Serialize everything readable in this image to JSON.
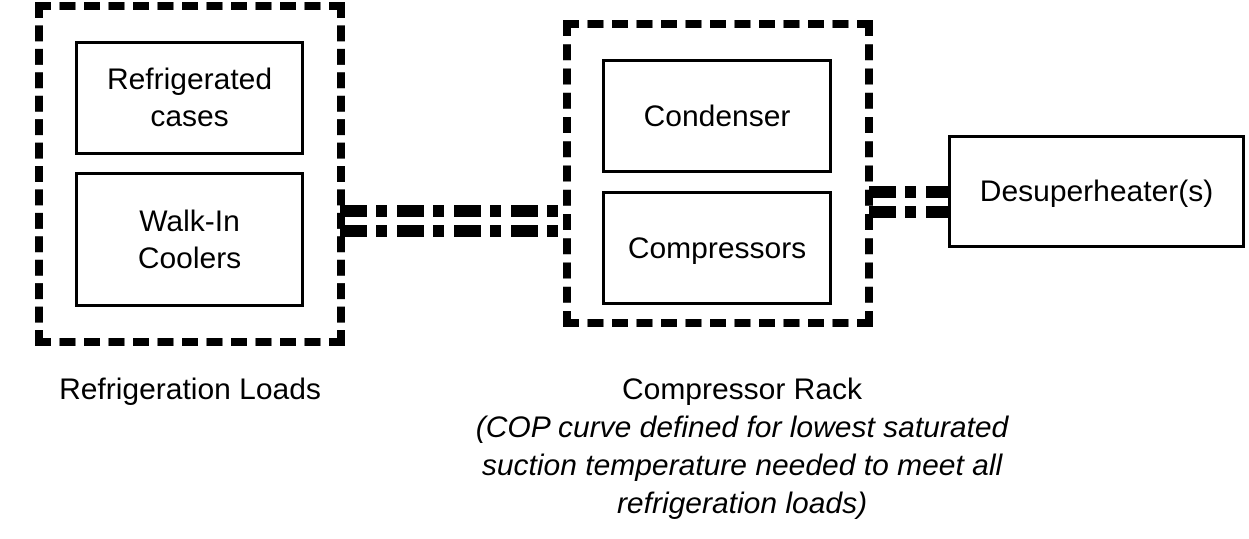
{
  "diagram": {
    "refrigeration_loads_group": {
      "label": "Refrigeration Loads",
      "refrigerated_cases": {
        "line1": "Refrigerated",
        "line2": "cases"
      },
      "walk_in_coolers": {
        "line1": "Walk-In",
        "line2": "Coolers"
      }
    },
    "compressor_rack_group": {
      "label": "Compressor Rack",
      "caption_line1": "(COP curve defined for lowest saturated",
      "caption_line2": "suction temperature needed to meet all",
      "caption_line3": "refrigeration loads)",
      "condenser_label": "Condenser",
      "compressors_label": "Compressors"
    },
    "desuperheater": {
      "label": "Desuperheater(s)"
    },
    "colors": {
      "line": "#000000",
      "background": "#ffffff"
    }
  }
}
